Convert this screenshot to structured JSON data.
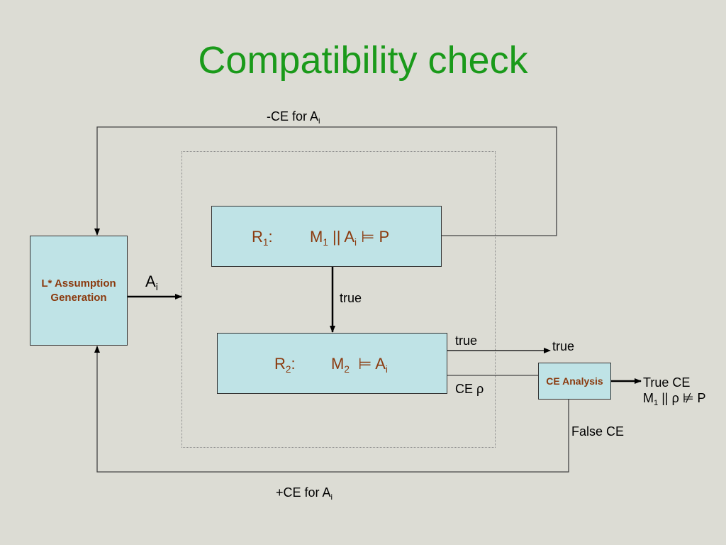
{
  "title": "Compatibility check",
  "lstar_box": {
    "line1": "L* Assumption",
    "line2": "Generation"
  },
  "r1": {
    "label": "R",
    "label_sub": "1",
    "colon": ":",
    "m": "M",
    "m_sub": "1",
    "mid": " || A",
    "a_sub": "i",
    "tail": " ⊨ P"
  },
  "r2": {
    "label": "R",
    "label_sub": "2",
    "colon": ":",
    "m": "M",
    "m_sub": "2",
    "mid": "  ⊨ A",
    "a_sub": "i",
    "tail": ""
  },
  "ce_box": {
    "label": "CE Analysis"
  },
  "edges": {
    "top_feedback": {
      "text": "-CE for A",
      "sub": "i"
    },
    "bottom_feedback": {
      "text": "+CE for A",
      "sub": "i"
    },
    "assumption": {
      "text": "A",
      "sub": "i"
    },
    "r1_to_r2": "true",
    "r2_true": "true",
    "true_out": "true",
    "ce_rho": "CE ρ",
    "true_ce": "True CE",
    "true_ce_formula": {
      "m": "M",
      "m_sub": "1",
      "rest": " || ρ ⊭ P"
    },
    "false_ce": "False CE"
  },
  "colors": {
    "title": "#1a9a1a",
    "box_fill": "#bfe3e6",
    "box_text": "#8b3a0e",
    "background": "#dcdcd4"
  }
}
